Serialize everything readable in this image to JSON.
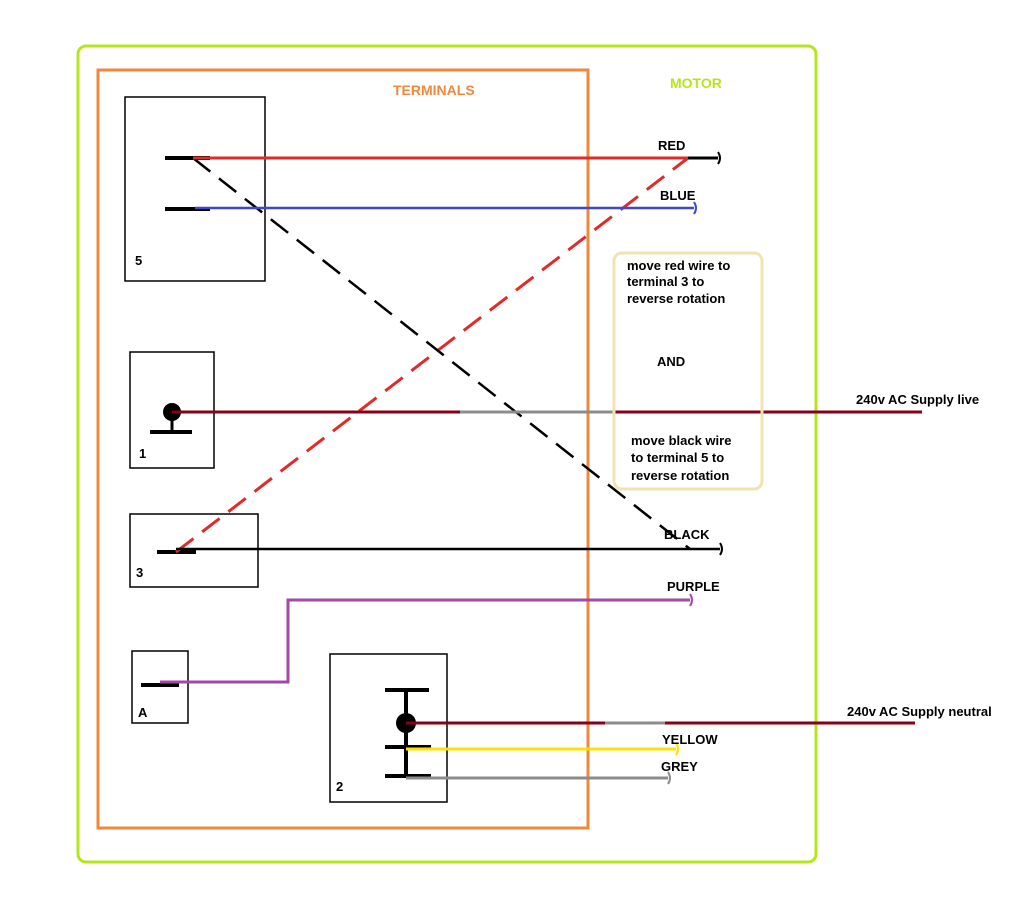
{
  "boxes": {
    "motor_title": "MOTOR",
    "terminals_title": "TERMINALS"
  },
  "terminals": {
    "t5": "5",
    "t1": "1",
    "t3": "3",
    "tA": "A",
    "t2": "2"
  },
  "wire_labels": {
    "red": "RED",
    "blue": "BLUE",
    "black": "BLACK",
    "purple": "PURPLE",
    "yellow": "YELLOW",
    "grey": "GREY"
  },
  "supply": {
    "live": "240v AC Supply live",
    "neutral": "240v AC Supply neutral"
  },
  "note": {
    "line1": "move red wire to",
    "line2": "terminal 3 to",
    "line3": "reverse rotation",
    "and": "AND",
    "line4": "move black wire",
    "line5": "to terminal 5 to",
    "line6": "reverse rotation"
  },
  "colors": {
    "motor_border": "#b5e61d",
    "terminals_border": "#f0883e",
    "motor_title": "#b5e61d",
    "terminals_title": "#f0883e",
    "red": "#e02b2b",
    "blue": "#3f48cc",
    "black": "#000000",
    "purple": "#a349a4",
    "yellow": "#ffe000",
    "grey": "#8c8c8c",
    "supply": "#880015",
    "note_border": "#efe4b0"
  }
}
